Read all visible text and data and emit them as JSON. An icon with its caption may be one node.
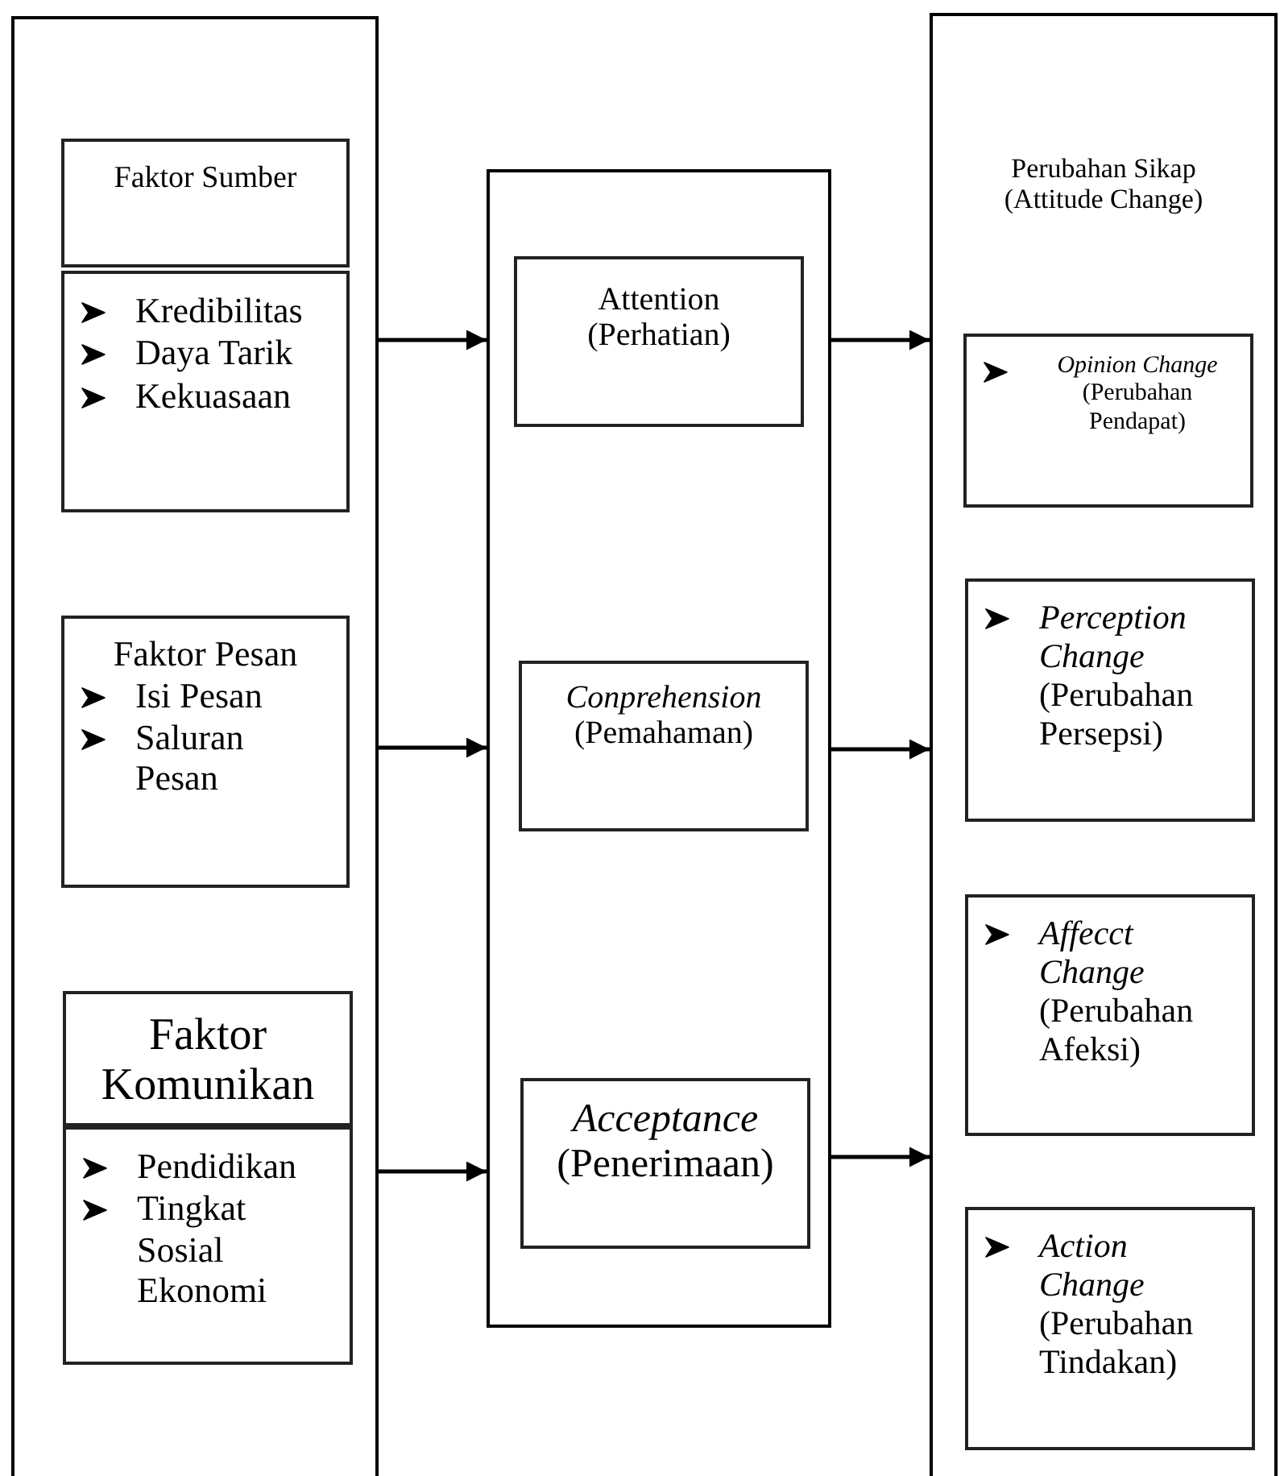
{
  "diagram": {
    "nodes": [
      {
        "text": [],
        "shape": "box"
      },
      {
        "text": [
          "Faktor Sumber"
        ],
        "in": 0
      },
      {
        "text": [
          "Kredibilitas",
          "Daya Tarik",
          "Kekuasaan"
        ],
        "in": 0
      },
      {
        "text": [
          "Faktor Pesan",
          "Isi Pesan",
          "Saluran Pesan"
        ],
        "in": 0
      },
      {
        "text": [
          "Faktor Komunikan"
        ],
        "in": 0
      },
      {
        "text": [
          "Pendidikan",
          "Tingkat Sosial Ekonomi"
        ],
        "in": 0
      },
      {
        "text": [],
        "shape": "box"
      },
      {
        "text": [
          "Attention (Perhatian)"
        ],
        "in": 6
      },
      {
        "text": [
          "*Conprehension* (Pemahaman)"
        ],
        "in": 6
      },
      {
        "text": [
          "*Acceptance* (Penerimaan)"
        ],
        "in": 6
      },
      {
        "text": [
          "Perubahan Sikap (Attitude Change)"
        ]
      },
      {
        "text": [
          "*Opinion Change* (Perubahan Pendapat)"
        ],
        "in": 10
      },
      {
        "text": [
          "*Perception Change* (Perubahan Persepsi)"
        ],
        "in": 10
      },
      {
        "text": [
          "*Affecct Change* (Perubahan Afeksi)"
        ],
        "in": 10
      },
      {
        "text": [
          "*Action Change* (Perubahan Tindakan)"
        ],
        "in": 10
      }
    ],
    "edges": [
      {
        "from": 0,
        "to": 6,
        "arrow": "to"
      },
      {
        "from": 0,
        "to": 6,
        "arrow": "to"
      },
      {
        "from": 0,
        "to": 6,
        "arrow": "to"
      },
      {
        "from": 6,
        "to": 10,
        "arrow": "to"
      },
      {
        "from": 6,
        "to": 10,
        "arrow": "to"
      },
      {
        "from": 6,
        "to": 10,
        "arrow": "to"
      }
    ]
  }
}
